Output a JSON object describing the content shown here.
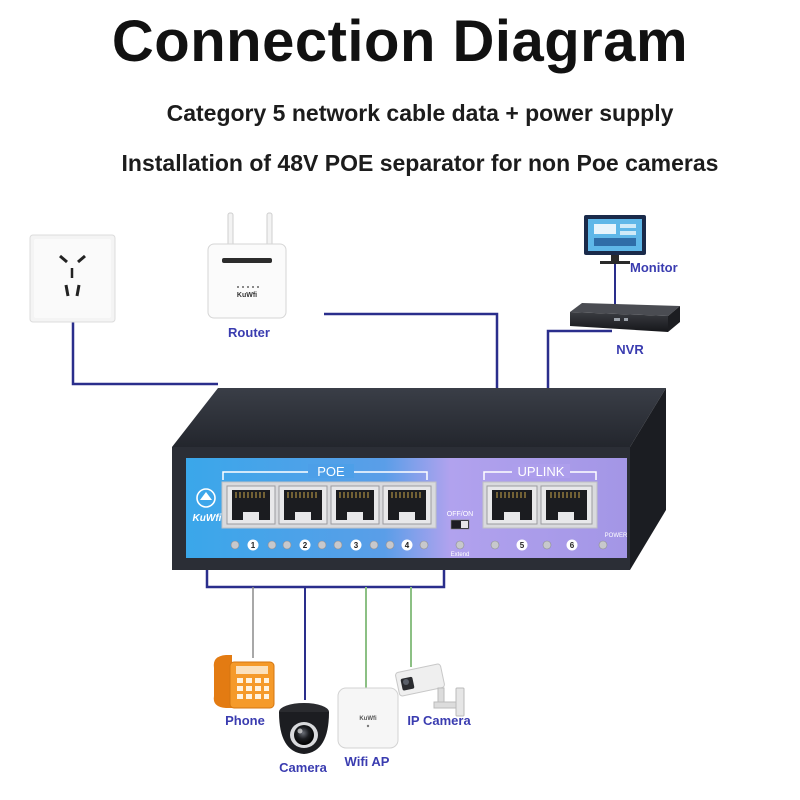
{
  "title": "Connection Diagram",
  "subtitle_1": "Category 5 network cable data + power supply",
  "subtitle_2": "Installation of 48V POE separator for non Poe cameras",
  "devices": {
    "router": "Router",
    "monitor": "Monitor",
    "nvr": "NVR",
    "phone": "Phone",
    "camera": "Camera",
    "wifi_ap": "Wifi AP",
    "ip_camera": "IP Camera"
  },
  "switch": {
    "brand": "KuWfi",
    "poe_group_label": "POE",
    "uplink_group_label": "UPLINK",
    "switch_label": "OFF/ON",
    "extend_label": "Extend",
    "power_label": "POWER",
    "port_numbers": [
      "1",
      "2",
      "3",
      "4",
      "5",
      "6"
    ]
  },
  "router_brand": "KuWfi",
  "wifi_ap_brand": "KuWfi",
  "colors": {
    "cable_blue": "#2a2e8c",
    "cable_green": "#8cc084",
    "label_blue": "#3a3cb0",
    "panel_blue": "#3fa3e6",
    "panel_purple": "#a899e8",
    "switch_body": "#2b2e36",
    "phone_orange": "#f28a1a"
  }
}
